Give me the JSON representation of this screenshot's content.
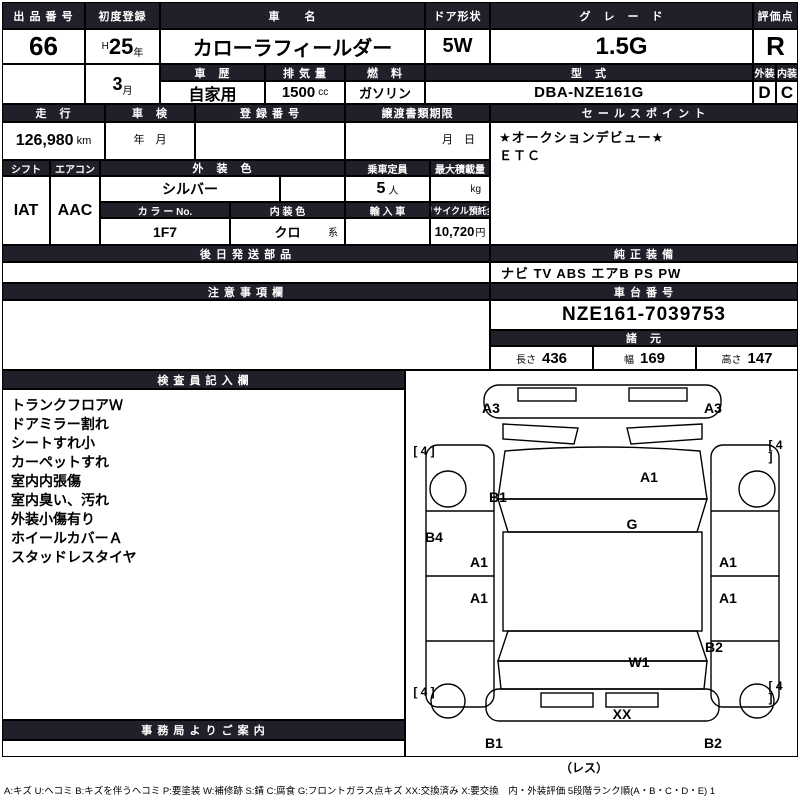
{
  "header": {
    "lot_label": "出 品 番 号",
    "lot_value": "66",
    "first_reg_label": "初度登録",
    "first_reg_era": "H",
    "first_reg_year": "25",
    "first_reg_year_unit": "年",
    "first_reg_month": "3",
    "first_reg_month_unit": "月",
    "car_name_label": "車　　名",
    "car_name_value": "カローラフィールダー",
    "door_label": "ドア形状",
    "door_value": "5W",
    "grade_label": "グ　レ　ー　ド",
    "grade_value": "1.5G",
    "score_label": "評価点",
    "score_value": "R",
    "history_label": "車　歴",
    "history_value": "自家用",
    "displacement_label": "排 気 量",
    "displacement_value": "1500",
    "displacement_unit": "cc",
    "fuel_label": "燃　料",
    "fuel_value": "ガソリン",
    "model_label": "型　式",
    "model_value": "DBA-NZE161G",
    "exterior_label": "外装",
    "exterior_value": "D",
    "interior_label": "内装",
    "interior_value": "C"
  },
  "status": {
    "mileage_label": "走　行",
    "mileage_value": "126,980",
    "mileage_unit": "km",
    "shaken_label": "車　検",
    "shaken_value": "年　月",
    "reg_no_label": "登 録 番 号",
    "reg_no_value": "",
    "transfer_deadline_label": "譲渡書類期限",
    "transfer_deadline_value": "月　日",
    "sales_point_label": "セ ー ル ス ポ イ ン ト",
    "sales_point_lines": [
      "★オークションデビュー★",
      "ＥＴＣ"
    ]
  },
  "details": {
    "shift_label": "シフト",
    "shift_value": "IAT",
    "aircon_label": "エアコン",
    "aircon_value": "AAC",
    "ext_color_label": "外　装　色",
    "ext_color_value": "シルバー",
    "capacity_label": "乗車定員",
    "capacity_value": "5",
    "capacity_unit": "人",
    "max_load_label": "最大積載量",
    "max_load_unit": "kg",
    "color_no_label": "カ ラ ー No.",
    "color_no_value": "1F7",
    "int_color_label": "内 装 色",
    "int_color_value": "クロ",
    "int_color_suffix": "系",
    "import_label": "輸 入 車",
    "import_value": "",
    "recycle_label": "リサイクル預託金",
    "recycle_value": "10,720",
    "recycle_unit": "円"
  },
  "parts": {
    "later_parts_label": "後 日 発 送 部 品",
    "later_parts_value": "",
    "equipment_label": "純 正 装 備",
    "equipment_value": "ナビ TV ABS エアB PS PW"
  },
  "notes_section": {
    "caution_label": "注 意 事 項 欄",
    "caution_value": "",
    "chassis_label": "車 台 番 号",
    "chassis_value": "NZE161-7039753",
    "spec_label": "諸　元",
    "spec_length_label": "長さ",
    "spec_length_value": "436",
    "spec_width_label": "幅",
    "spec_width_value": "169",
    "spec_height_label": "高さ",
    "spec_height_value": "147"
  },
  "inspection": {
    "header": "検 査 員 記 入 欄",
    "notes": [
      "トランクフロアＷ",
      "ドアミラー割れ",
      "シートすれ小",
      "カーペットすれ",
      "室内内張傷",
      "室内臭い、汚れ",
      "外装小傷有り",
      "ホイールカバーＡ",
      "スタッドレスタイヤ"
    ],
    "office_header": "事 務 局 よ り ご 案 内",
    "office_value": ""
  },
  "diagram": {
    "annotations": [
      "A3",
      "A3",
      "[ 4 ]",
      "[ 4 ]",
      "B1",
      "A1",
      "B4",
      "G",
      "A1",
      "A1",
      "A1",
      "A1",
      "B2",
      "W1",
      "[ 4 ]",
      "[ 4 ]",
      "XX",
      "B1",
      "B2"
    ],
    "res_note": "（レス）"
  },
  "footer": {
    "legend": "A:キズ U:ヘコミ B:キズを伴うヘコミ P:要塗装 W:補修跡 S:錆 C:腐食 G:フロントガラス点キズ XX:交換済み X:要交換　内・外装評価 5段階ランク順(A・B・C・D・E) 1"
  }
}
